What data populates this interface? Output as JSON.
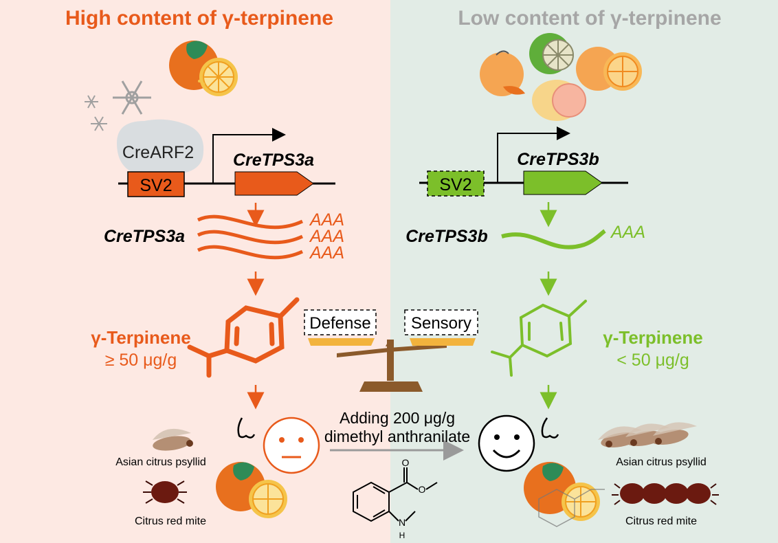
{
  "colors": {
    "high": "#e85a1b",
    "low": "#7cbf2a",
    "low_title": "#a6a6a6",
    "left_bg": "#fde9e3",
    "right_bg": "#e2ece6",
    "balance": "#8b5a2b",
    "pan": "#f2b33d",
    "arrow_gray": "#9a9a9a"
  },
  "left": {
    "title": "High content of γ-terpinene",
    "factor": "CreARF2",
    "promoter": "SV2",
    "gene": "CreTPS3a",
    "transcript_label": "CreTPS3a",
    "polyA": [
      "AAA",
      "AAA",
      "AAA"
    ],
    "compound_name": "γ-Terpinene",
    "compound_amount": "≥ 50 μg/g",
    "pest1": "Asian citrus psyllid",
    "pest2": "Citrus red mite"
  },
  "right": {
    "title": "Low content of γ-terpinene",
    "promoter": "SV2",
    "gene": "CreTPS3b",
    "transcript_label": "CreTPS3b",
    "polyA": "AAA",
    "compound_name": "γ-Terpinene",
    "compound_amount": "< 50 μg/g",
    "pest1": "Asian citrus psyllid",
    "pest2": "Citrus red mite"
  },
  "balance": {
    "left_label": "Defense",
    "right_label": "Sensory"
  },
  "treatment": {
    "line1": "Adding 200 μg/g",
    "line2": "dimethyl anthranilate"
  },
  "molecule": {
    "N_label": "N",
    "H_label": "H",
    "O1_label": "O",
    "O2_label": "O"
  },
  "icons": [
    "orange-icon",
    "snowflake-icon",
    "nose-icon",
    "neutral-face-icon",
    "smiley-face-icon",
    "psyllid-icon",
    "mite-icon",
    "balance-scale-icon",
    "pomelo-icon",
    "lime-icon"
  ]
}
